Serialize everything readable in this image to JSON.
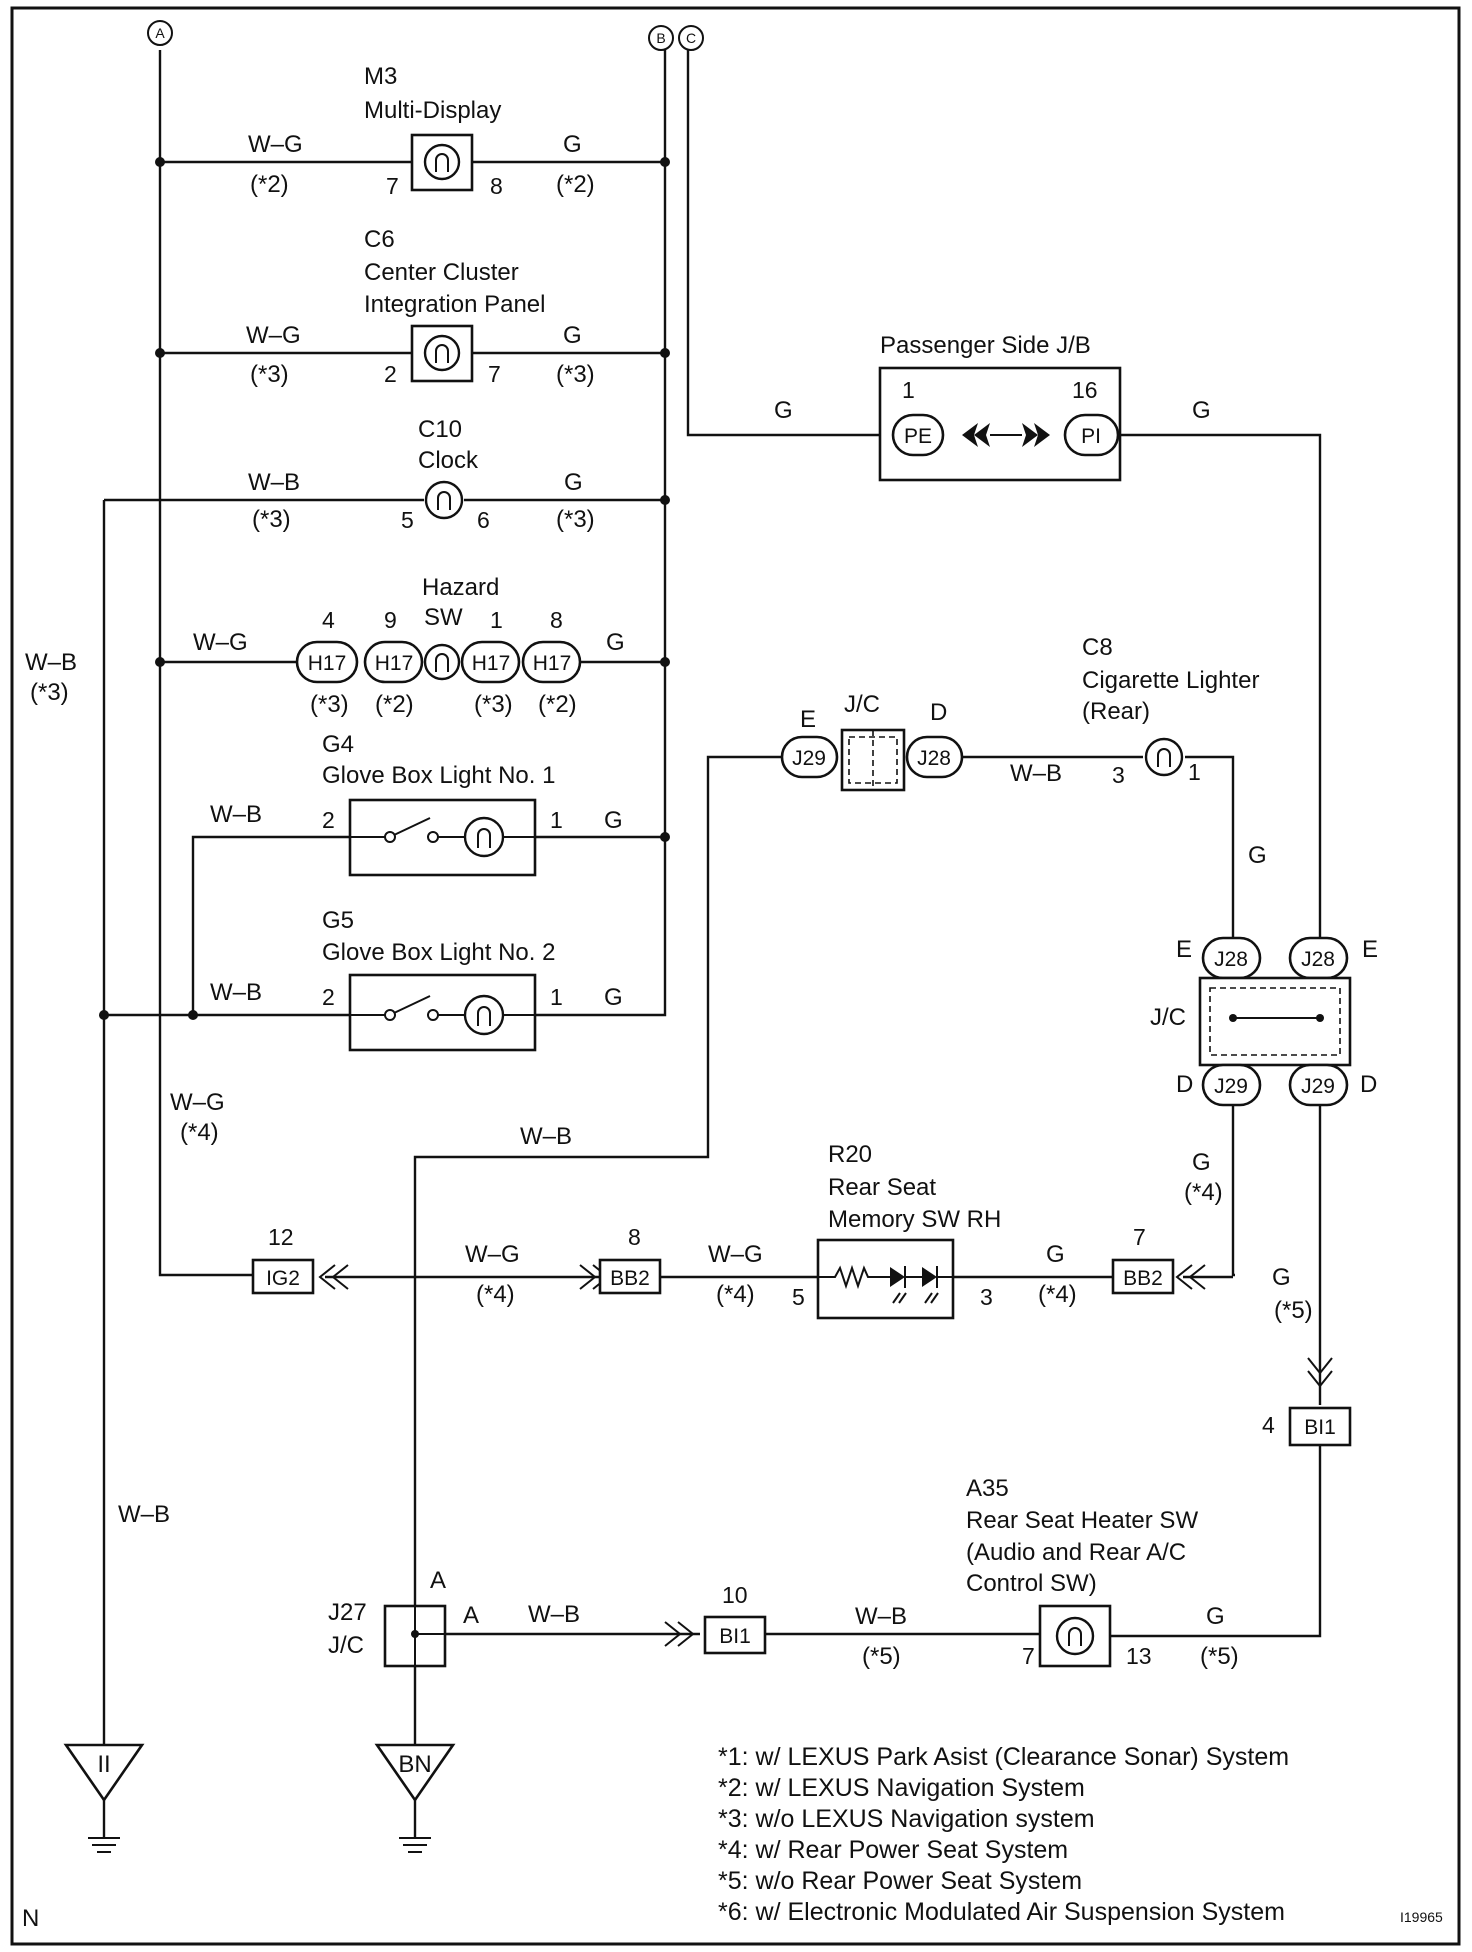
{
  "diagram": {
    "buses": {
      "a": "A",
      "b": "B",
      "c": "C"
    },
    "components": {
      "m3": {
        "code": "M3",
        "name": "Multi-Display",
        "pin_left": "7",
        "pin_right": "8",
        "wire_left": "W–G",
        "note_left": "(*2)",
        "wire_right": "G",
        "note_right": "(*2)"
      },
      "c6": {
        "code": "C6",
        "name_line1": "Center Cluster",
        "name_line2": "Integration Panel",
        "pin_left": "2",
        "pin_right": "7",
        "wire_left": "W–G",
        "note_left": "(*3)",
        "wire_right": "G",
        "note_right": "(*3)"
      },
      "c10": {
        "code": "C10",
        "name": "Clock",
        "pin_left": "5",
        "pin_right": "6",
        "wire_left": "W–B",
        "note_left": "(*3)",
        "wire_right": "G",
        "note_right": "(*3)"
      },
      "hazard": {
        "name_line1": "Hazard",
        "name_line2": "SW",
        "connector": "H17",
        "pins": [
          "4",
          "9",
          "1",
          "8"
        ],
        "notes": [
          "(*3)",
          "(*2)",
          "(*3)",
          "(*2)"
        ],
        "wire_left": "W–G",
        "wire_right": "G"
      },
      "g4": {
        "code": "G4",
        "name": "Glove Box Light No. 1",
        "pin_left": "2",
        "pin_right": "1",
        "wire_left": "W–B",
        "wire_right": "G"
      },
      "g5": {
        "code": "G5",
        "name": "Glove Box Light No. 2",
        "pin_left": "2",
        "pin_right": "1",
        "wire_left": "W–B",
        "wire_right": "G"
      },
      "jb": {
        "name": "Passenger Side J/B",
        "pin_left": "1",
        "pin_right": "16",
        "conn_left": "PE",
        "conn_right": "PI",
        "wire_left": "G",
        "wire_right": "G"
      },
      "c8": {
        "code": "C8",
        "name_line1": "Cigarette Lighter",
        "name_line2": "(Rear)",
        "pin_left": "3",
        "pin_right": "1",
        "wire_left": "W–B",
        "wire_right": "G"
      },
      "jc_top": {
        "label": "J/C",
        "left_conn": "J29",
        "right_conn": "J28",
        "left_pin": "E",
        "right_pin": "D"
      },
      "jc_right": {
        "label": "J/C",
        "top_left_pin": "E",
        "top_left": "J28",
        "top_right": "J28",
        "top_right_pin": "E",
        "bottom_left_pin": "D",
        "bottom_left": "J29",
        "bottom_right": "J29",
        "bottom_right_pin": "D"
      },
      "r20": {
        "code": "R20",
        "name_line1": "Rear Seat",
        "name_line2": "Memory SW RH",
        "pin_left": "5",
        "pin_right": "3"
      },
      "ig2": {
        "conn": "IG2",
        "pin": "12"
      },
      "bb2_left": {
        "conn": "BB2",
        "pin": "8"
      },
      "bb2_right": {
        "conn": "BB2",
        "pin": "7"
      },
      "bi1_right": {
        "conn": "BI1",
        "pin": "4"
      },
      "bi1_bottom": {
        "conn": "BI1",
        "pin": "10"
      },
      "a35": {
        "code": "A35",
        "name_line1": "Rear Seat Heater SW",
        "name_line2": "(Audio and Rear A/C",
        "name_line3": "Control SW)",
        "pin_left": "7",
        "pin_right": "13"
      },
      "j27": {
        "code": "J27",
        "label": "J/C",
        "pin_top": "A",
        "pin_right": "A"
      },
      "ground_ii": {
        "label": "II"
      },
      "ground_bn": {
        "label": "BN"
      }
    },
    "wires": {
      "wb_far_left": "W–B",
      "wb_far_left_note": "(*3)",
      "wg_left_lower": "W–G",
      "wg_left_lower_note": "(*4)",
      "wb_bottom_left": "W–B",
      "wb_center": "W–B",
      "ig2_bb2": "W–G",
      "ig2_bb2_note": "(*4)",
      "bb2_r20": "W–G",
      "bb2_r20_note": "(*4)",
      "r20_bb2": "G",
      "r20_bb2_note": "(*4)",
      "jc_down_left": "G",
      "jc_down_left_note": "(*4)",
      "jc_down_right": "G",
      "jc_down_right_note": "(*5)",
      "c8_down": "G",
      "j27_bi1": "W–B",
      "bi1_a35": "W–B",
      "bi1_a35_note": "(*5)",
      "a35_right": "G",
      "a35_right_note": "(*5)"
    },
    "notes": [
      "*1: w/ LEXUS Park Asist (Clearance Sonar) System",
      "*2: w/ LEXUS Navigation System",
      "*3: w/o LEXUS Navigation system",
      "*4: w/ Rear Power Seat System",
      "*5: w/o Rear Power Seat System",
      "*6: w/ Electronic Modulated Air Suspension System"
    ],
    "corner_left": "N",
    "figure_id": "I19965"
  }
}
